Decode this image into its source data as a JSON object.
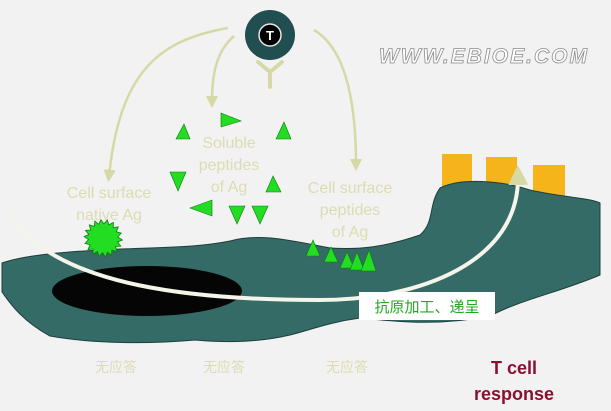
{
  "diagram": {
    "watermark": "WWW.EBIOE.COM",
    "t_cell_symbol": "T",
    "labels": {
      "cell_surface_native": [
        "Cell surface",
        "native Ag"
      ],
      "soluble_peptides": [
        "Soluble",
        "peptides",
        "of Ag"
      ],
      "cell_surface_peptides": [
        "Cell surface",
        "peptides",
        "of Ag"
      ],
      "processing": "抗原加工、递呈",
      "no_response": "无应答",
      "t_cell_response": [
        "T cell",
        "response"
      ]
    },
    "colors": {
      "background": "#f2f2f2",
      "cell": "#356b66",
      "nucleus": "#050505",
      "t_cell_outer": "#214e50",
      "t_cell_inner": "#000000",
      "arrow": "#d6d9a6",
      "antigen": "#22dd22",
      "receptor": "#f4b41a",
      "label_pale": "#dcdcb2",
      "response_text": "#8b1030",
      "watermark": "#ffffff"
    }
  }
}
